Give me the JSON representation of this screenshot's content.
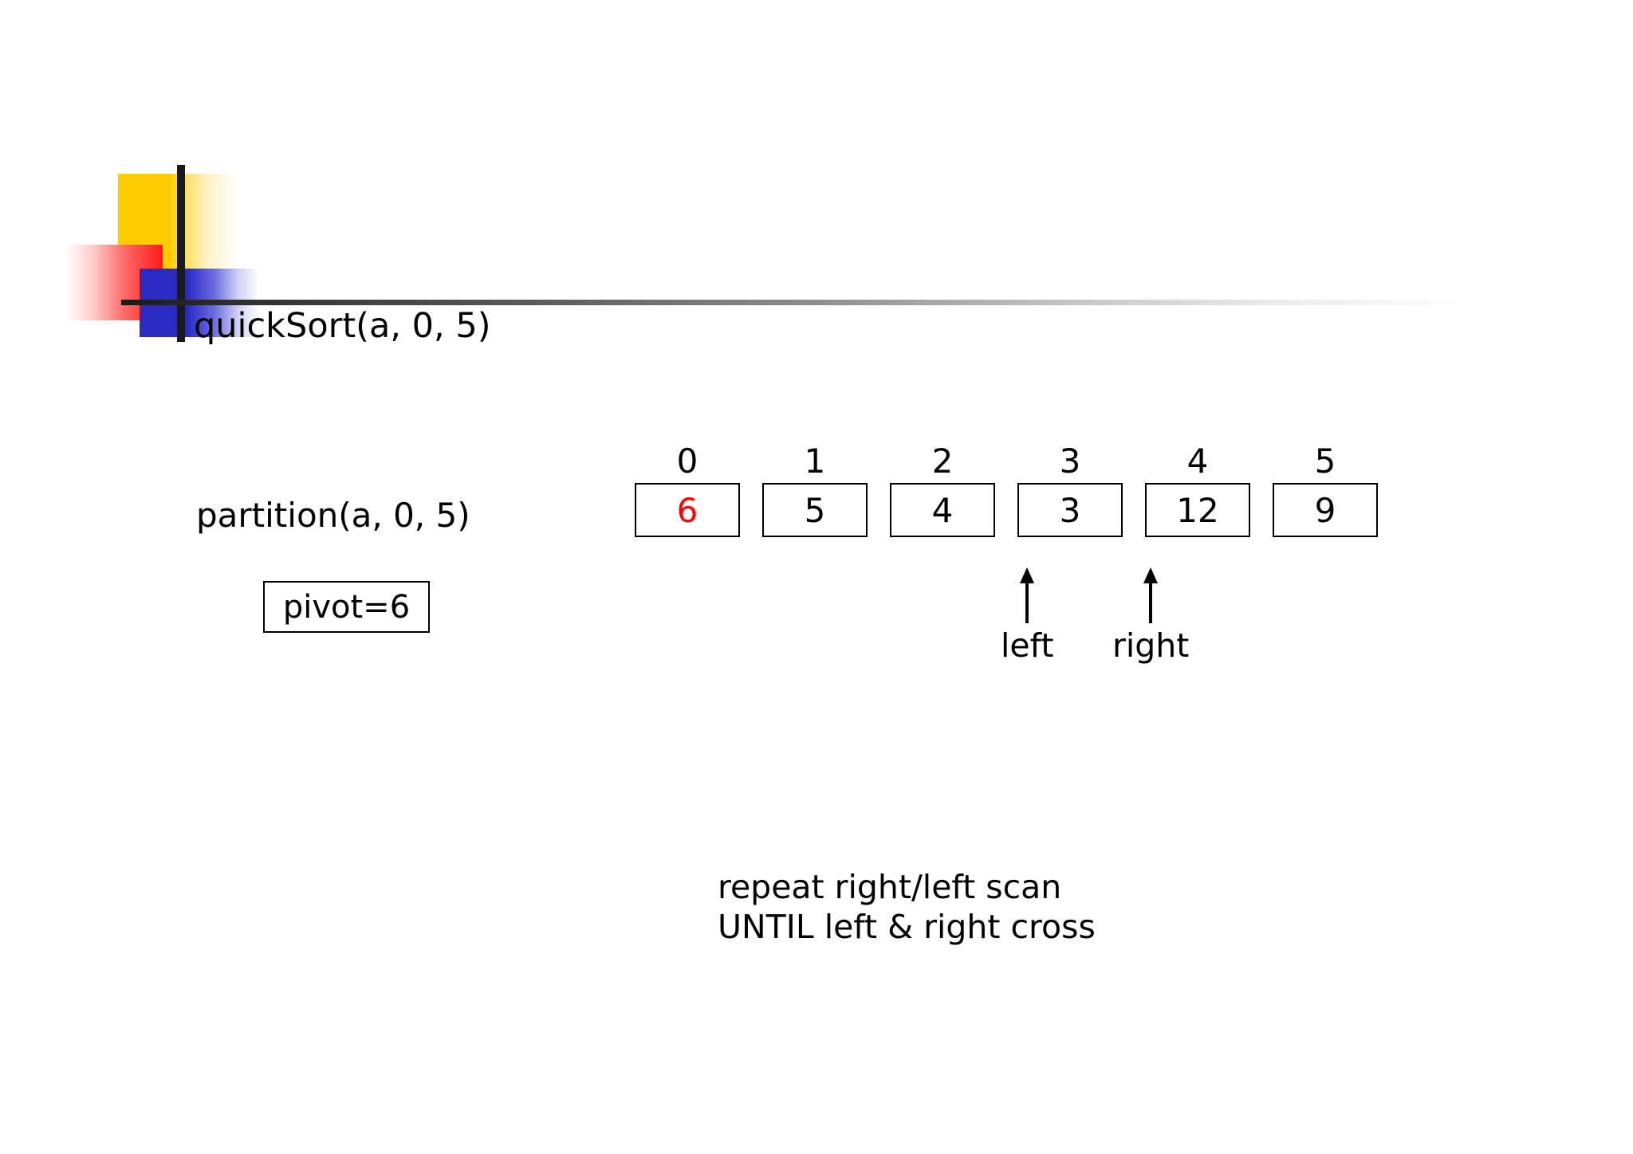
{
  "slide": {
    "title": "quickSort(a, 0, 5)",
    "partition_label": "partition(a, 0, 5)",
    "pivot_label": "pivot=6",
    "note_line_1": "repeat right/left scan",
    "note_line_2": "UNTIL left & right cross"
  },
  "array": {
    "indices": [
      "0",
      "1",
      "2",
      "3",
      "4",
      "5"
    ],
    "values": [
      "6",
      "5",
      "4",
      "3",
      "12",
      "9"
    ],
    "pivot_index": 0,
    "pivot_value": "6",
    "pivot_color": "#ff0000"
  },
  "pointers": [
    {
      "name": "left",
      "label": "left",
      "index": 3
    },
    {
      "name": "right",
      "label": "right",
      "index": 4
    }
  ],
  "colors": {
    "background": "#ffffff",
    "text": "#000000",
    "accent_red": "#ff0000",
    "logo_yellow": "#ffcc00",
    "logo_red": "#ff1a1a",
    "logo_blue": "#2b2bc4",
    "logo_bar": "#1a1a1a"
  }
}
